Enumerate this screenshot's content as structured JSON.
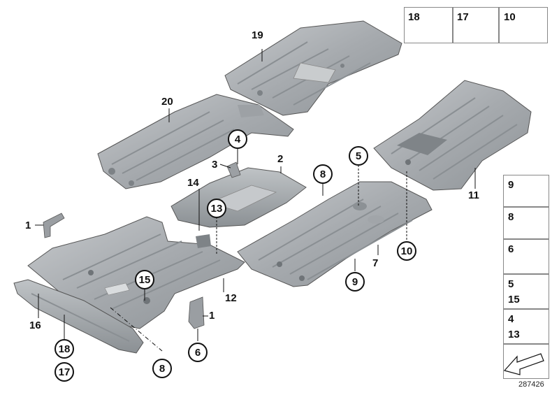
{
  "diagram_id": "287426",
  "callouts": {
    "c1a": "1",
    "c1b": "1",
    "c2": "2",
    "c3": "3",
    "c4": "4",
    "c5": "5",
    "c6": "6",
    "c7": "7",
    "c8a": "8",
    "c8b": "8",
    "c9": "9",
    "c10": "10",
    "c11": "11",
    "c12": "12",
    "c13": "13",
    "c14": "14",
    "c15": "15",
    "c16": "16",
    "c17": "17",
    "c18": "18",
    "c19": "19",
    "c20": "20"
  },
  "legend_top": {
    "a": "18",
    "b": "17",
    "c": "10"
  },
  "legend_right": {
    "a": "9",
    "b": "8",
    "c": "6",
    "d1": "5",
    "d2": "15",
    "e1": "4",
    "e2": "13"
  },
  "colors": {
    "panel": "#a9adb1",
    "panel_dark": "#7e8387",
    "panel_light": "#cdd0d3",
    "line": "#111111"
  }
}
